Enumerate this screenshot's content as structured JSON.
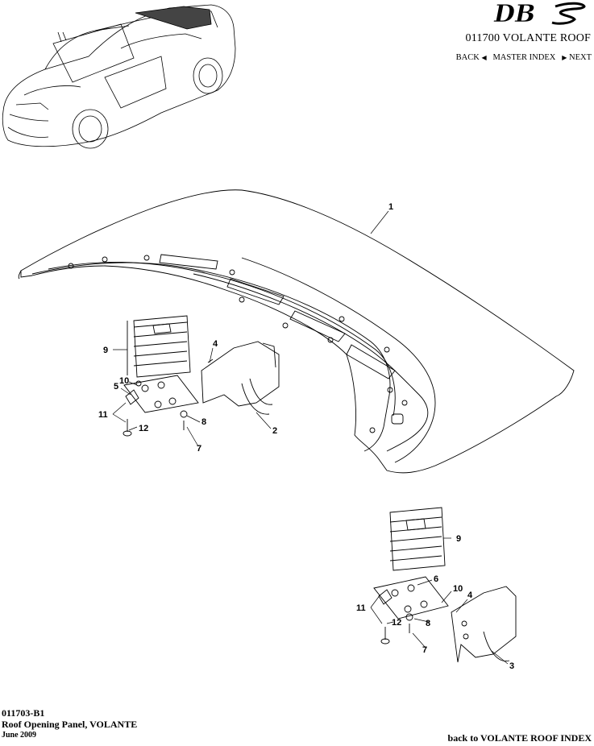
{
  "header": {
    "brand_logo": "DBS",
    "section_title": "011700 VOLANTE ROOF"
  },
  "nav": {
    "back_label": "BACK",
    "master_index_label": "MASTER INDEX",
    "next_label": "NEXT"
  },
  "callouts": {
    "c1": "1",
    "c2": "2",
    "c3": "3",
    "c4a": "4",
    "c4b": "4",
    "c5": "5",
    "c6": "6",
    "c7a": "7",
    "c7b": "7",
    "c8a": "8",
    "c8b": "8",
    "c9a": "9",
    "c9b": "9",
    "c10a": "10",
    "c10b": "10",
    "c11a": "11",
    "c11b": "11",
    "c12a": "12",
    "c12b": "12"
  },
  "footer": {
    "part_number": "011703-B1",
    "part_name": "Roof Opening Panel, VOLANTE",
    "date": "June 2009",
    "back_link": "back to VOLANTE ROOF INDEX"
  }
}
